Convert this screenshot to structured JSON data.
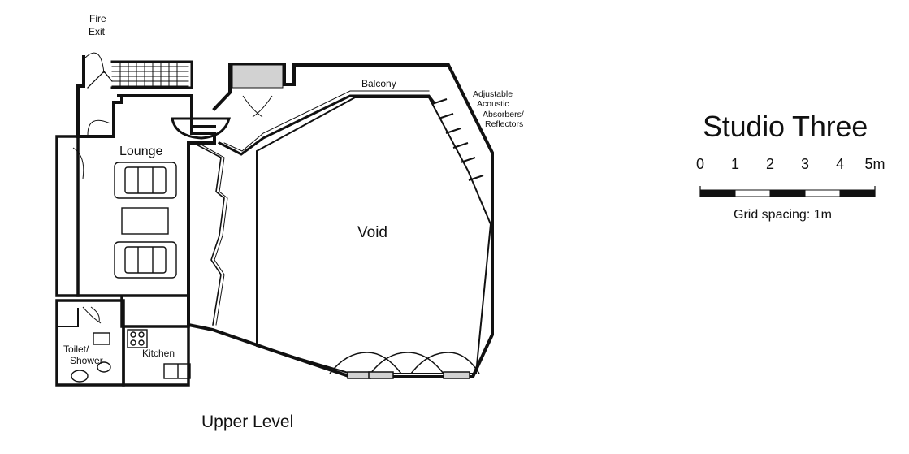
{
  "diagram": {
    "title": "Studio Three",
    "level_caption": "Upper Level",
    "labels": {
      "fire_exit_1": "Fire",
      "fire_exit_2": "Exit",
      "lounge": "Lounge",
      "balcony": "Balcony",
      "void": "Void",
      "toilet_1": "Toilet/",
      "toilet_2": "Shower",
      "kitchen": "Kitchen",
      "acoustic_1": "Adjustable",
      "acoustic_2": "Acoustic",
      "acoustic_3": "Absorbers/",
      "acoustic_4": "Reflectors"
    },
    "scale_bar": {
      "ticks": [
        "0",
        "1",
        "2",
        "3",
        "4",
        "5m"
      ],
      "grid_spacing_label": "Grid spacing: 1m"
    }
  },
  "colors": {
    "wall": "#111111",
    "landing": "#d2d2d2",
    "scale_dark": "#111111",
    "scale_light": "#ffffff"
  }
}
